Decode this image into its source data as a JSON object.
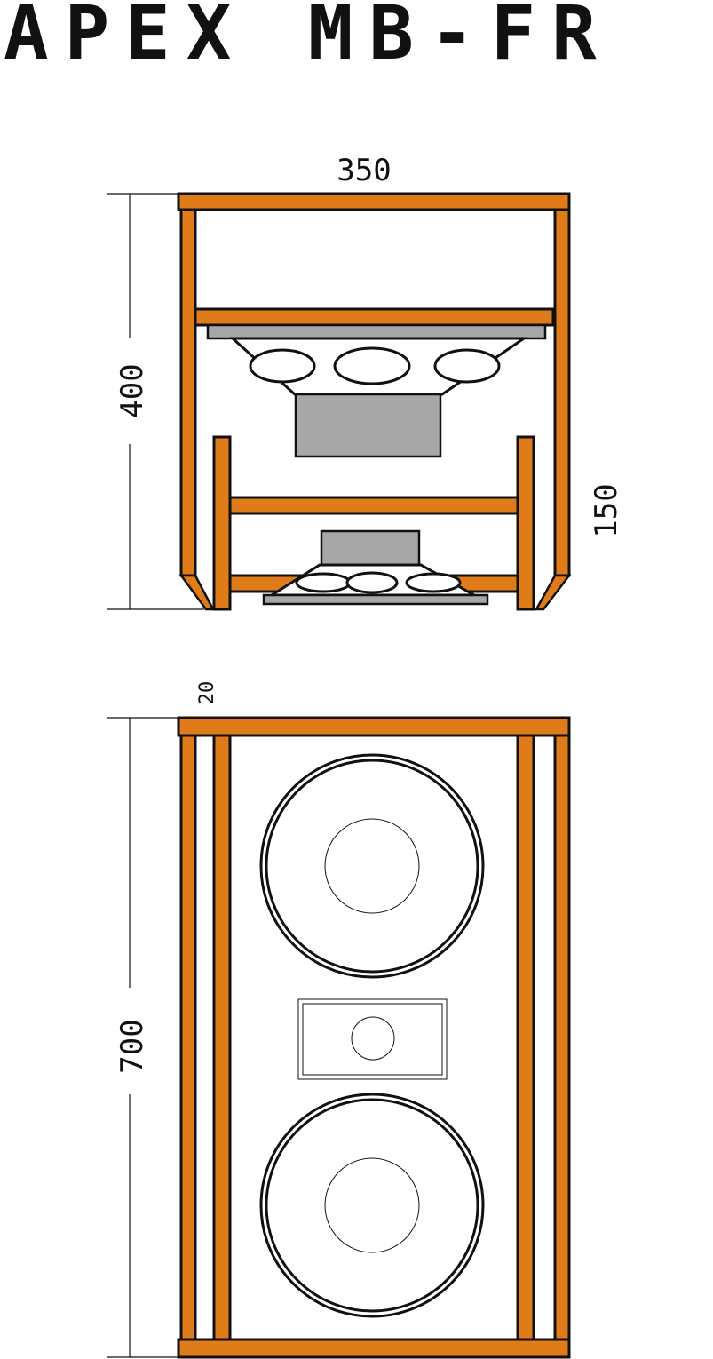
{
  "title": "APEX MB-FR",
  "side_view": {
    "width_label": "350",
    "height_label": "400",
    "lower_height_label": "150"
  },
  "front_view": {
    "height_label": "700",
    "panel_label": "20"
  },
  "colors": {
    "wood": "#e07b1a",
    "driver_grey": "#a7a7a7",
    "line": "#111111"
  }
}
